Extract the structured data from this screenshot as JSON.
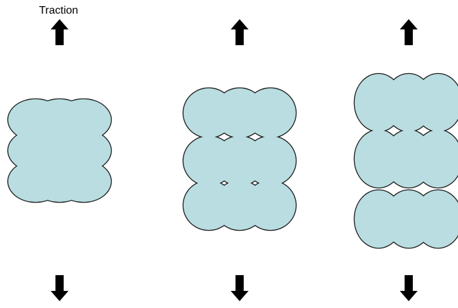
{
  "diagram": {
    "label": "Traction",
    "fill_color": "#b9dde1",
    "stroke_color": "#1a1a1a",
    "arrow_color": "#000000",
    "clusters": [
      {
        "name": "cluster-stage-1",
        "rows": 3,
        "cols": 3
      },
      {
        "name": "cluster-stage-2",
        "rows": 3,
        "cols": 3
      },
      {
        "name": "cluster-stage-3",
        "rows": 3,
        "cols": 3
      }
    ]
  }
}
